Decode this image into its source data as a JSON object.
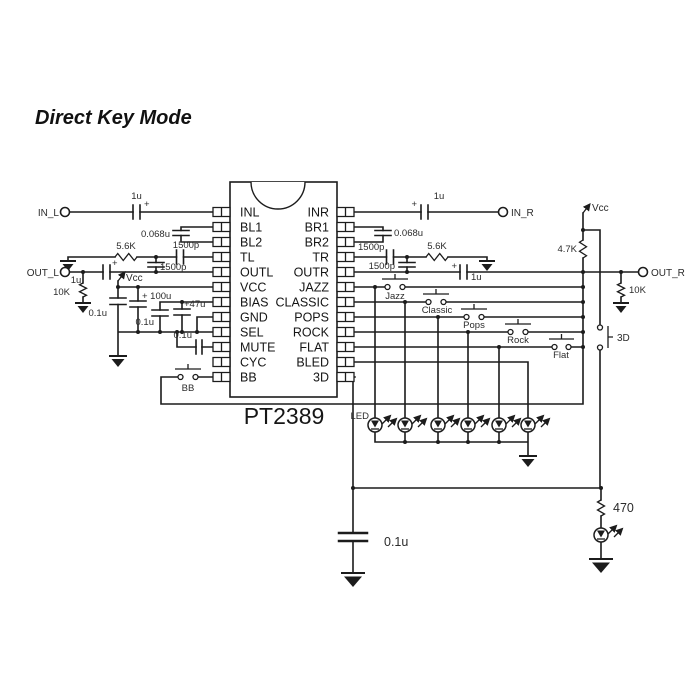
{
  "title": "Direct Key Mode",
  "ic": {
    "name": "PT2389",
    "left_pins": [
      "INL",
      "BL1",
      "BL2",
      "TL",
      "OUTL",
      "VCC",
      "BIAS",
      "GND",
      "SEL",
      "MUTE",
      "CYC",
      "BB"
    ],
    "right_pins": [
      "INR",
      "BR1",
      "BR2",
      "TR",
      "OUTR",
      "JAZZ",
      "CLASSIC",
      "POPS",
      "ROCK",
      "FLAT",
      "BLED",
      "3D"
    ]
  },
  "terminals": {
    "in_l": "IN_L",
    "out_l": "OUT_L",
    "in_r": "IN_R",
    "out_r": "OUT_R"
  },
  "keys": {
    "labels": [
      "Jazz",
      "Classic",
      "Pops",
      "Rock",
      "Flat"
    ],
    "bb": "BB",
    "three_d": "3D"
  },
  "components": {
    "plus": "+",
    "vcc": "Vcc",
    "input_cap": "1u",
    "coupling_cap": "1u",
    "bl_cap": "0.068u",
    "eq_cap": "1500p",
    "eq_res": "5.6K",
    "load_res": "10K",
    "decoupling_cap": "0.1u",
    "bulk_cap": "+ 100u",
    "bias_cap": "0.1u",
    "bias_ecap": "+47u",
    "mute_cap": "0.1u",
    "pullup_res": "4.7K",
    "led_series_res": "470",
    "bottom_cap": "0.1u",
    "led_label": "LED"
  },
  "colors": {
    "ink": "#1c1c1c",
    "background": "#ffffff"
  }
}
